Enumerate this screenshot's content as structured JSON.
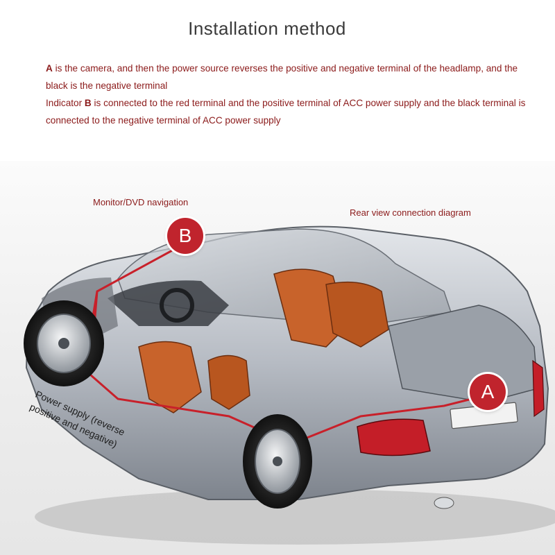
{
  "title": "Installation method",
  "description": {
    "line1_letter": "A",
    "line1_text": " is the camera, and then the power source reverses the positive and negative terminal of the headlamp, and the black is the negative terminal",
    "line2_prefix": "Indicator ",
    "line2_letter": "B",
    "line2_text": " is connected to the red terminal and the positive terminal of ACC power supply and the black terminal is connected to the negative terminal of ACC power supply"
  },
  "labels": {
    "monitor": "Monitor/DVD navigation",
    "rear_view": "Rear view connection diagram",
    "power_supply": "Power supply (reverse positive and negative)"
  },
  "markers": {
    "b": "B",
    "a": "A"
  },
  "colors": {
    "accent_red": "#c0242d",
    "text_red": "#8b1a1a",
    "car_silver": "#b9bec6",
    "wire_red": "#c8202a",
    "seat_orange": "#c8632b"
  }
}
